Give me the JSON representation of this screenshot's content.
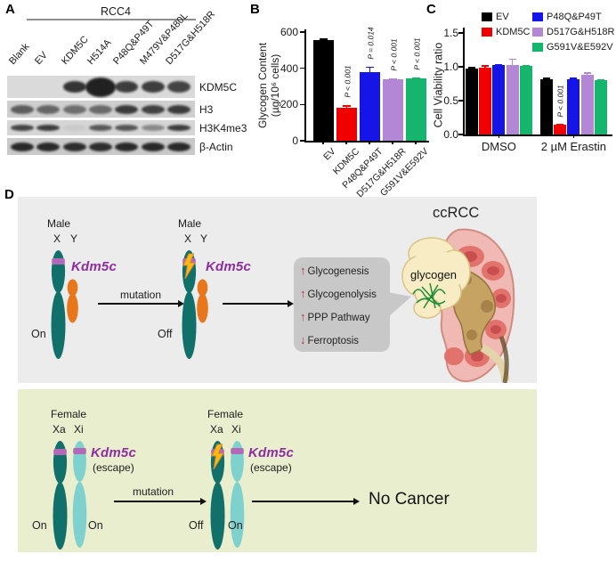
{
  "figure": {
    "panel_a": {
      "label": "A",
      "cell_line_header": "RCC4",
      "lane_labels": [
        "Blank",
        "EV",
        "KDM5C",
        "H514A",
        "P48Q&P49T",
        "M479V&P480L",
        "D517G&H518R"
      ],
      "blot_rows": [
        {
          "target": "KDM5C",
          "band_intensities": [
            0,
            0,
            0.9,
            1,
            0.85,
            0.85,
            0.82
          ]
        },
        {
          "target": "H3",
          "band_intensities": [
            0.65,
            0.6,
            0.55,
            0.58,
            0.85,
            0.82,
            0.85
          ]
        },
        {
          "target": "H3K4me3",
          "band_intensities": [
            0.8,
            0.85,
            0.07,
            0.7,
            0.72,
            0.42,
            0.85
          ]
        },
        {
          "target": "β-Actin",
          "band_intensities": [
            0.95,
            0.95,
            0.92,
            0.92,
            0.95,
            0.95,
            0.95
          ]
        }
      ]
    },
    "panel_b": {
      "label": "B"
    },
    "panel_c": {
      "label": "C"
    },
    "panel_d": {
      "label": "D",
      "mutation_label": "mutation",
      "male_wt": {
        "sex": "Male",
        "chr1": "X",
        "chr2": "Y",
        "gene": "Kdm5c",
        "state": "On"
      },
      "male_mut": {
        "sex": "Male",
        "chr1": "X",
        "chr2": "Y",
        "gene": "Kdm5c",
        "state": "Off"
      },
      "female_wt": {
        "sex": "Female",
        "chr1": "Xa",
        "chr2": "Xi",
        "gene": "Kdm5c",
        "escape": "(escape)",
        "state1": "On",
        "state2": "On"
      },
      "female_mut": {
        "sex": "Female",
        "chr1": "Xa",
        "chr2": "Xi",
        "gene": "Kdm5c",
        "escape": "(escape)",
        "state1": "Off",
        "state2": "On"
      },
      "effects": [
        {
          "arrow": "↑",
          "label": "Glycogenesis"
        },
        {
          "arrow": "↑",
          "label": "Glycogenolysis"
        },
        {
          "arrow": "↑",
          "label": "PPP Pathway"
        },
        {
          "arrow": "↓",
          "label": "Ferroptosis"
        }
      ],
      "ccrcc_label": "ccRCC",
      "glycogen_label": "glycogen",
      "no_cancer_label": "No Cancer"
    }
  },
  "chart_data": [
    {
      "panel": "B",
      "type": "bar",
      "ylabel_line1": "Glycogen Content",
      "ylabel_line2": "(µg/10⁶ cells)",
      "categories": [
        "EV",
        "KDM5C",
        "P48Q&P49T",
        "D517G&H518R",
        "G591V&E592V"
      ],
      "values": [
        557,
        180,
        378,
        337,
        342
      ],
      "errors": [
        8,
        16,
        32,
        6,
        6
      ],
      "colors": [
        "#000000",
        "#f00000",
        "#1515e8",
        "#b386d6",
        "#15b56e"
      ],
      "p_labels": [
        "",
        "P < 0.001",
        "P = 0.014",
        "P < 0.001",
        "P < 0.001"
      ],
      "ylim": [
        0,
        600
      ],
      "yticks": [
        0,
        200,
        400,
        600
      ],
      "grid": false
    },
    {
      "panel": "C",
      "type": "grouped-bar",
      "ylabel": "Cell Viability ratio",
      "groups": [
        "DMSO",
        "2 µM Erastin"
      ],
      "series": [
        {
          "name": "EV",
          "color": "#000000",
          "values": [
            0.98,
            0.81
          ],
          "errors": [
            0.02,
            0.03
          ]
        },
        {
          "name": "KDM5C",
          "color": "#f00000",
          "values": [
            0.99,
            0.14
          ],
          "errors": [
            0.03,
            0.02
          ]
        },
        {
          "name": "P48Q&P49T",
          "color": "#1515e8",
          "values": [
            1.02,
            0.82
          ],
          "errors": [
            0.02,
            0.02
          ]
        },
        {
          "name": "D517G&H518R",
          "color": "#b386d6",
          "values": [
            1.02,
            0.88
          ],
          "errors": [
            0.1,
            0.04
          ]
        },
        {
          "name": "G591V&E592V",
          "color": "#15b56e",
          "values": [
            1.01,
            0.8
          ],
          "errors": [
            0.01,
            0.02
          ]
        }
      ],
      "annotation": {
        "text": "P < 0.001",
        "group_index": 1,
        "series_index": 1
      },
      "ylim": [
        0,
        1.5
      ],
      "yticks": [
        0.0,
        0.5,
        1.0,
        1.5
      ],
      "legend_position": "top",
      "grid": false
    }
  ]
}
